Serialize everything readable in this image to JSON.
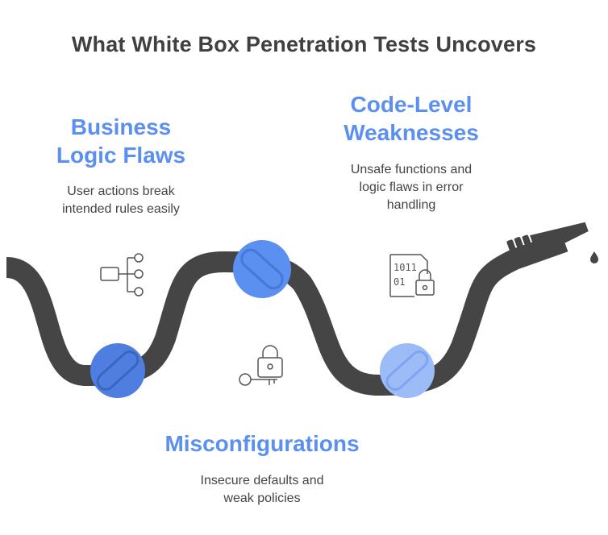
{
  "title": "What White Box Penetration Tests Uncovers",
  "items": [
    {
      "heading_line1": "Business",
      "heading_line2": "Logic Flaws",
      "desc_line1": "User actions break",
      "desc_line2": "intended rules easily",
      "icon": "flowchart-icon",
      "knot_color": "#4d7ee0"
    },
    {
      "heading_line1": "Code-Level",
      "heading_line2": "Weaknesses",
      "desc_line1": "Unsafe functions and",
      "desc_line2": "logic flaws in error",
      "desc_line3": "handling",
      "icon": "binary-lock-icon",
      "knot_color": "#5b8ff0"
    },
    {
      "heading_line1": "Misconfigurations",
      "desc_line1": "Insecure defaults and",
      "desc_line2": "weak policies",
      "icon": "key-lock-icon",
      "knot_color": "#9cbcf8"
    }
  ],
  "colors": {
    "heading": "#5b8ff0",
    "hose": "#454545",
    "text": "#444444"
  }
}
